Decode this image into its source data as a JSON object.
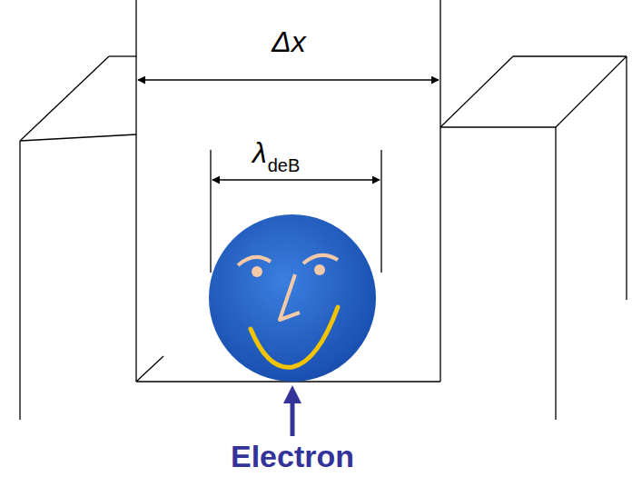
{
  "diagram": {
    "labels": [
      "Δx",
      "λ",
      "deB",
      "Electron"
    ]
  }
}
